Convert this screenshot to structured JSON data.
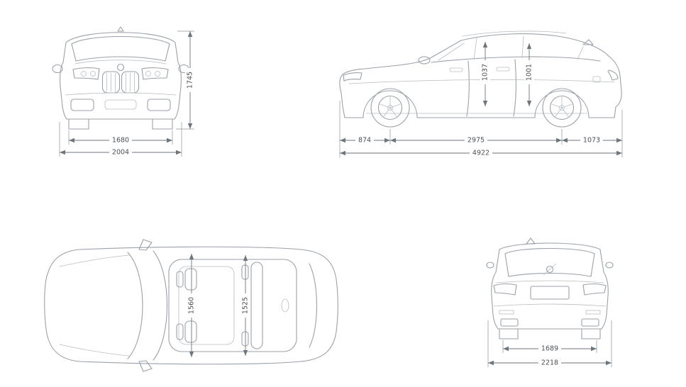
{
  "views": {
    "front": {
      "dimensions": {
        "overall_height": "1745",
        "track_width": "1680",
        "overall_width": "2004"
      }
    },
    "side": {
      "dimensions": {
        "front_overhang": "874",
        "wheelbase": "2975",
        "rear_overhang": "1073",
        "overall_length": "4922",
        "front_headroom": "1037",
        "rear_headroom": "1001"
      }
    },
    "top": {
      "dimensions": {
        "front_interior_width": "1560",
        "rear_interior_width": "1525"
      }
    },
    "rear": {
      "dimensions": {
        "rear_track": "1689",
        "overall_width_incl_mirrors": "2218"
      }
    }
  },
  "colors": {
    "background": "#ffffff",
    "car_line": "#9aa1a8",
    "dimension_line": "#6d757d",
    "dimension_text": "#4a5056"
  }
}
